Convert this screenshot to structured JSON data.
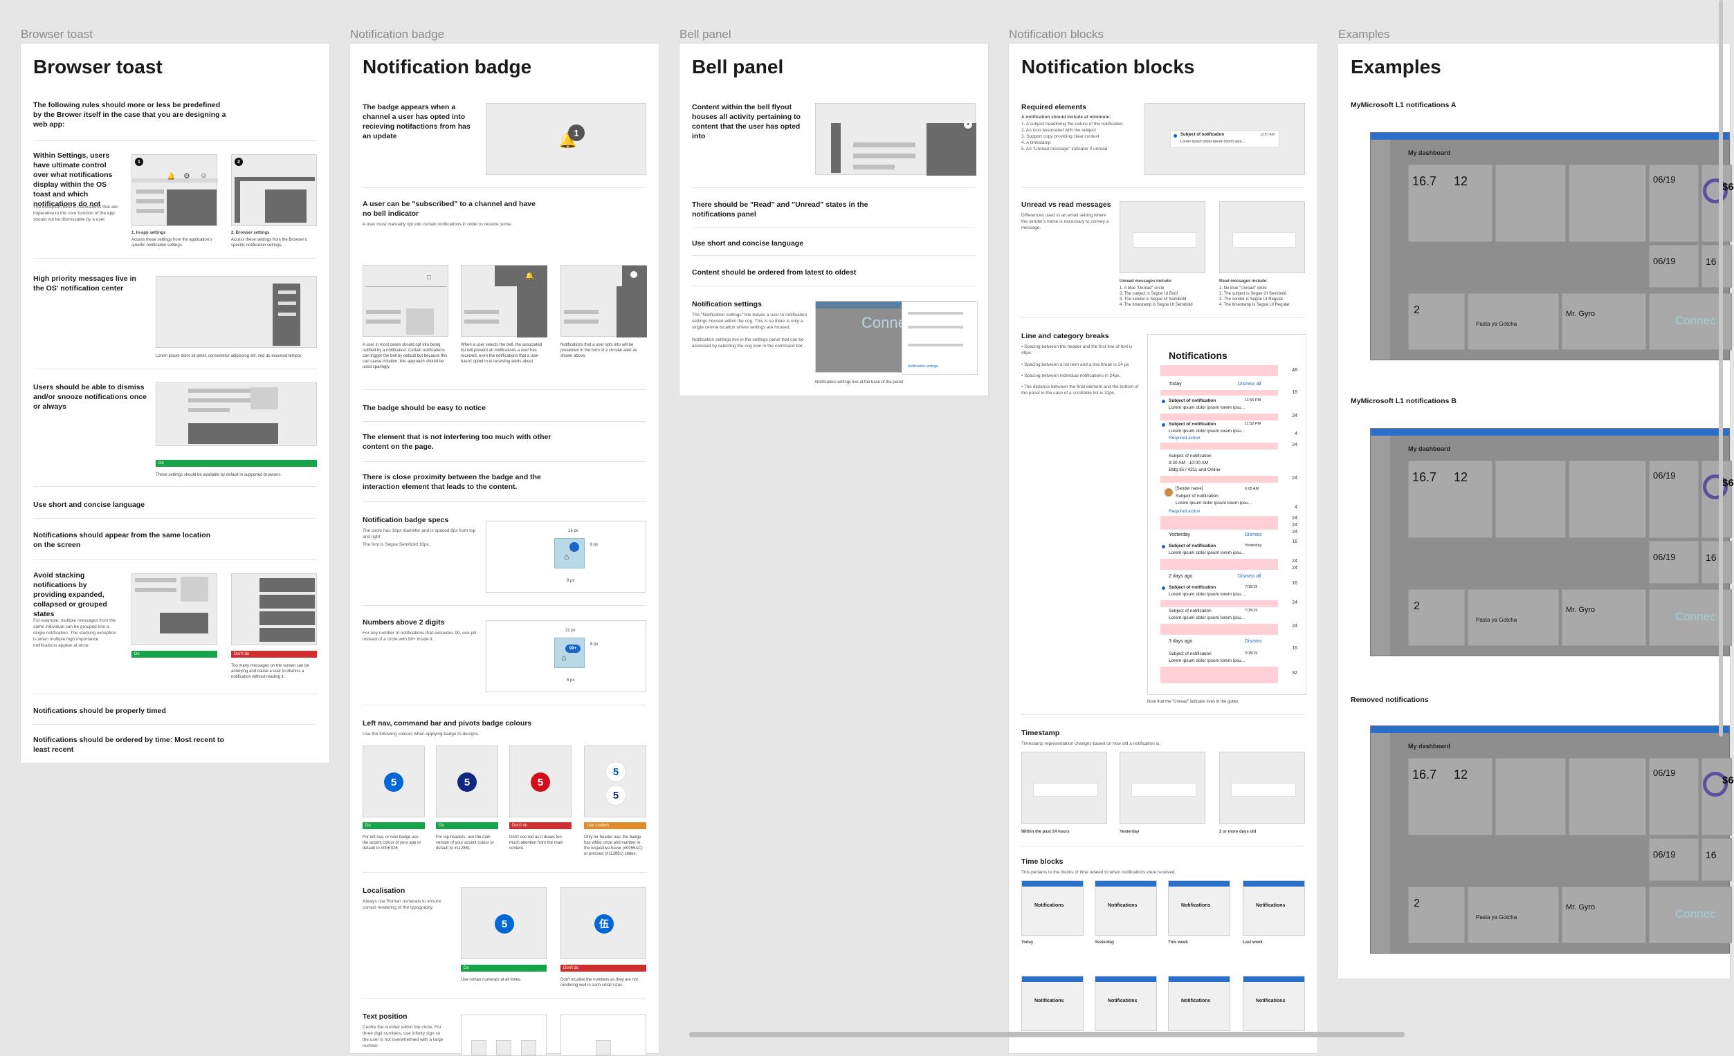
{
  "frames": {
    "browser_toast": "Browser toast",
    "notification_badge": "Notification badge",
    "bell_panel": "Bell panel",
    "notification_blocks": "Notification blocks",
    "examples": "Examples"
  },
  "toast": {
    "title": "Browser toast",
    "intro": "The following rules should more or less be predefined by the Brower itself in the case that you are designing a web app:",
    "s1_head": "Within Settings, users have ultimate control over what notifications display within the OS toast and which notifications do not",
    "s1_body": "The exception here is notifications that are imperative to the core function of the app should not be dismissable by a user.",
    "s1_cap1": "1. In-app settings",
    "s1_cap1_body": "Access these settings from the application's specific notification settings.",
    "s1_cap2": "2. Browser settings",
    "s1_cap2_body": "Access these settings from the Browser's specific notification settings.",
    "num1": "1",
    "num2": "2",
    "s2_head": "High priority messages live in the OS' notification center",
    "s2_cap": "Lorem ipsum dolor sit amet, consectetur adipiscing elit, sed do eiusmod tempor.",
    "s3_head": "Users should be able to dismiss and/or snooze notifications once or always",
    "s3_tag": "Do",
    "s3_cap": "These settings should be available by default in supported browsers.",
    "s4_head": "Use short and concise language",
    "s5_head": "Notifications should appear from the same location on the screen",
    "s6_head": "Avoid stacking notifications by providing expanded, collapsed or grouped states",
    "s6_body": "For example, multiple messages from the same individual can be grouped into a single notification. The stacking exception is when multiple high importance notifications appear at once.",
    "s6_tag_do": "Do",
    "s6_tag_dont": "Don't do",
    "s6_cap": "Too many messages on the screen can be annoying and cause a user to dismiss a notification without reading it.",
    "s7_head": "Notifications should be properly timed",
    "s8_head": "Notifications should be ordered by time: Most recent to least recent"
  },
  "badge": {
    "title": "Notification badge",
    "intro": "The badge appears when a channel a user has opted into recieving notifactions from has an update",
    "bell_count": "1",
    "sub_head": "A user can be \"subscribed\" to a channel and have no bell indicator",
    "sub_body": "A user must manually opt into certain notifications in order to receive some.",
    "sub_cap1": "A user in most cases should opt into being notified by a notification. Certain notifications can trigger the bell by default but because this can cause irritation, this approach should be used sparingly.",
    "sub_cap2": "When a user selects the bell, the associated list will present all notifications a user has received, even the notifications that a user hasn't opted in to receiving alerts about.",
    "sub_cap3": "Notifications that a user opts into will be presented in the form of a circular alert as shown above.",
    "r1": "The badge should be easy to notice",
    "r2": "The element that is not interfering too much with other content on the page.",
    "r3": "There is close proximity between the badge and the interaction element that leads to the content.",
    "specs_head": "Notification badge specs",
    "specs_body1": "The circle has 16px diameter and is spaced 8px from top and right",
    "specs_body2": "The font is Segoe Semibold 10px.",
    "spec_16": "16 px",
    "spec_8a": "8 px",
    "spec_8b": "8 px",
    "num_head": "Numbers above 2 digits",
    "num_body": "For any number of notifications that exceedes 99, use pill instead of a circle with 99+ inside it.",
    "spec_22": "22 px",
    "spec_8c": "8 px",
    "spec_5": "5 px",
    "pill": "99+",
    "colours_head": "Left nav, command bar and pivots badge colours",
    "colours_body": "Use the following colours when applying badge to designs.",
    "five": "5",
    "c_tag1": "Do",
    "c_tag2": "Do",
    "c_tag3": "Don't do",
    "c_tag4": "Use caution",
    "c_cap1": "For left nav, or new badge use the accent colour of your app or default to #0067D6.",
    "c_cap2": "For top headers, use the dark version of your accent colour or default to #112881.",
    "c_cap3": "Don't use red as it draws too much attention from the main content.",
    "c_cap4": "Only for header nav, the badge has white circle and number in the respective hover (#0055AC) or pressed (#112881) states.",
    "loc_head": "Localisation",
    "loc_body": "Always use Roman numerals to ensure correct rendering of the typography.",
    "loc_tag1": "Do",
    "loc_tag2": "Don't do",
    "loc_cap1": "Use roman numerals at all times.",
    "loc_cap2": "Don't localise the numbers as they are not rendering well in such small sizes.",
    "loc_glyph": "伍",
    "tp_head": "Text position",
    "tp_body": "Centre the number within the circle. For three digit numbers, use infinity sign so the user is not overwhelmed with a large number."
  },
  "bell": {
    "title": "Bell panel",
    "intro": "Content within the bell flyout houses all activity pertaining to content that the user has opted into",
    "r1": "There should be \"Read\" and \"Unread\" states in the notifications panel",
    "r2": "Use short and concise language",
    "r3": "Content should be ordered from latest to oldest",
    "settings_head": "Notification settings",
    "settings_body1": "The \"Notification settings\" link leaves a user to notification settings housed within the cog. This is so there is only a single central location where settings are housed.",
    "settings_body2": "Notification settings live in the settings panel that can be accessed by selecting the cog icon in the command bar.",
    "settings_cap": "Notification settings live at the base of the panel",
    "connect": "Connec",
    "settings_link": "Notification settings"
  },
  "blocks": {
    "title": "Notification blocks",
    "req_head": "Required elements",
    "req_sub": "A notification should include at minimum:",
    "req_list": "1. A subject headlining the nature of the notification\n2. An icon associated with the subject\n3. Support copy providing clear context\n4. A timestamp\n5. An \"Unread message\" indicator if unread",
    "req_subject": "Subject of notification",
    "req_time": "12:07 AM",
    "req_lorem": "Lorem ipsum dolor ipsum lorem ipsu...",
    "ur_head": "Unread vs read messages",
    "ur_body": "Differences used to an email setting where the sender's name is necessary to convey a message.",
    "ur_unread_head": "Unread messages include:",
    "ur_unread_list": "1. A blue \"Unread\" circle\n2. The subject is Segoe UI Bold\n3. The sender is Segoe UI Semibold\n4. The timestamp is Segoe UI Semibold",
    "ur_read_head": "Read messages include:",
    "ur_read_list": "1. No blue \"Unread\" circle\n2. The subject is Segoe UI Semibold\n3. The sender is Segoe UI Regular\n4. The timestamp is Segoe UI Regular",
    "lc_head": "Line and category breaks",
    "lc_b1": "• Spacing between the header and the first line of text is 48px.",
    "lc_b2": "• Spacing between a list item and a line break is 24 px",
    "lc_b3": "• Spacing between individual notifications in 24px.",
    "lc_b4": "• The distance between the final element and the bottom of the panel in the case of a scrollable list is 32px.",
    "panel_title": "Notifications",
    "today": "Today",
    "dismiss_all": "Dismiss all",
    "yesterday": "Yesterday",
    "dismiss": "Dismiss",
    "two_days": "2 days ago",
    "three_days": "3 days ago",
    "subj": "Subject of notification",
    "lorem": "Lorem ipsum dolor ipsum lorem ipsu...",
    "t1": "11:55 PM",
    "t2": "11:52 PM",
    "required": "Required action",
    "mtg_time": "9:30 AM - 10:00 AM",
    "mtg_loc": "Bldg 35 / 4211 and Online",
    "sender": "[Sender name]",
    "t_sender": "6:05 AM",
    "d_yest": "Yesterday",
    "d_1": "7/15/19",
    "d_2": "7/15/19",
    "d_3": "2/15/19",
    "sp": [
      "48",
      "16",
      "24",
      "4",
      "24",
      "24",
      "4",
      "24",
      "24",
      "24",
      "16",
      "24",
      "24",
      "16",
      "24",
      "24",
      "16",
      "32"
    ],
    "panel_cap": "Note that the \"Unread\" indicator lives in the gutter.",
    "ts_head": "Timestamp",
    "ts_body": "Timestamp representation changes based on how old a notification is.",
    "ts_cap1": "Within the past 24 hours",
    "ts_cap2": "Yesterday",
    "ts_cap3": "2 or more days old",
    "tb_head": "Time blocks",
    "tb_body": "This pertains to the blocks of time related to when notifications were received.",
    "tb_title": "Notifications",
    "tb_cap1": "Today",
    "tb_cap2": "Yesterday",
    "tb_cap3": "This week",
    "tb_cap4": "Last week"
  },
  "examples": {
    "title": "Examples",
    "a": "MyMicrosoft L1 notifications A",
    "b": "MyMicrosoft L1 notifications B",
    "c": "Removed notifications",
    "dashboard": "My dashboard",
    "v1": "16.7",
    "v2": "12",
    "v3": "06/19",
    "v4": "06/19",
    "v5": "16",
    "v6": "2",
    "gyro": "Mr. Gyro",
    "pasta": "Pasta ya Gotcha",
    "connect": "Connec",
    "six": "$6"
  }
}
